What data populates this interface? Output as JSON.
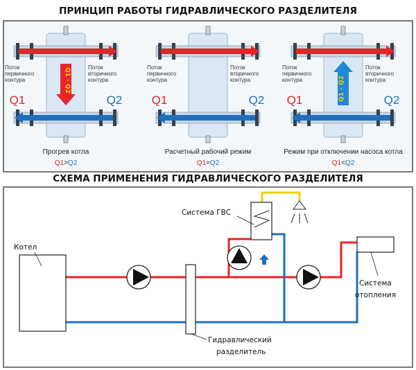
{
  "top": {
    "title": "ПРИНЦИП РАБОТЫ ГИДРАВЛИЧЕСКОГО РАЗДЕЛИТЕЛЯ",
    "panels": [
      {
        "primary_label": [
          "Поток",
          "первичного",
          "контура"
        ],
        "secondary_label": [
          "Поток",
          "вторичного",
          "контура"
        ],
        "q1": "Q1",
        "q2": "Q2",
        "caption": "Прогрев котла",
        "relation": {
          "left": "Q1",
          "op": ">",
          "right": "Q2"
        },
        "inner_arrow": "Q1 - Q2",
        "inner_arrow_dir": "down"
      },
      {
        "primary_label": [
          "Поток",
          "первичного",
          "контура"
        ],
        "secondary_label": [
          "Поток",
          "вторичного",
          "контура"
        ],
        "q1": "Q1",
        "q2": "Q2",
        "caption": "Расчетный рабочий режим",
        "relation": {
          "left": "Q1",
          "op": "=",
          "right": "Q2"
        },
        "inner_arrow": "",
        "inner_arrow_dir": "none"
      },
      {
        "primary_label": [
          "Поток",
          "первичного",
          "контура"
        ],
        "secondary_label": [
          "Поток",
          "вторичного",
          "контура"
        ],
        "q1": "Q1",
        "q2": "Q2",
        "caption": "Режим при отключении насоса котла",
        "relation": {
          "left": "Q1",
          "op": "<",
          "right": "Q2"
        },
        "inner_arrow": "Q1 - Q2",
        "inner_arrow_dir": "up"
      }
    ]
  },
  "bottom": {
    "title": "СХЕМА ПРИМЕНЕНИЯ ГИДРАВЛИЧЕСКОГО РАЗДЕЛИТЕЛЯ",
    "boiler": "Котел",
    "dhw": "Система ГВС",
    "heating": [
      "Система",
      "отопления"
    ],
    "separator": [
      "Гидравлический",
      "разделитель"
    ]
  },
  "colors": {
    "hot": "#e8232a",
    "cold": "#1f6fbf",
    "q1": "#d6262b",
    "q2": "#1a73b5",
    "arrow_up": "#1e88d9",
    "yellow": "#f0d000",
    "panel_bg": "#eef3f8",
    "column": "#dbe8f4"
  }
}
